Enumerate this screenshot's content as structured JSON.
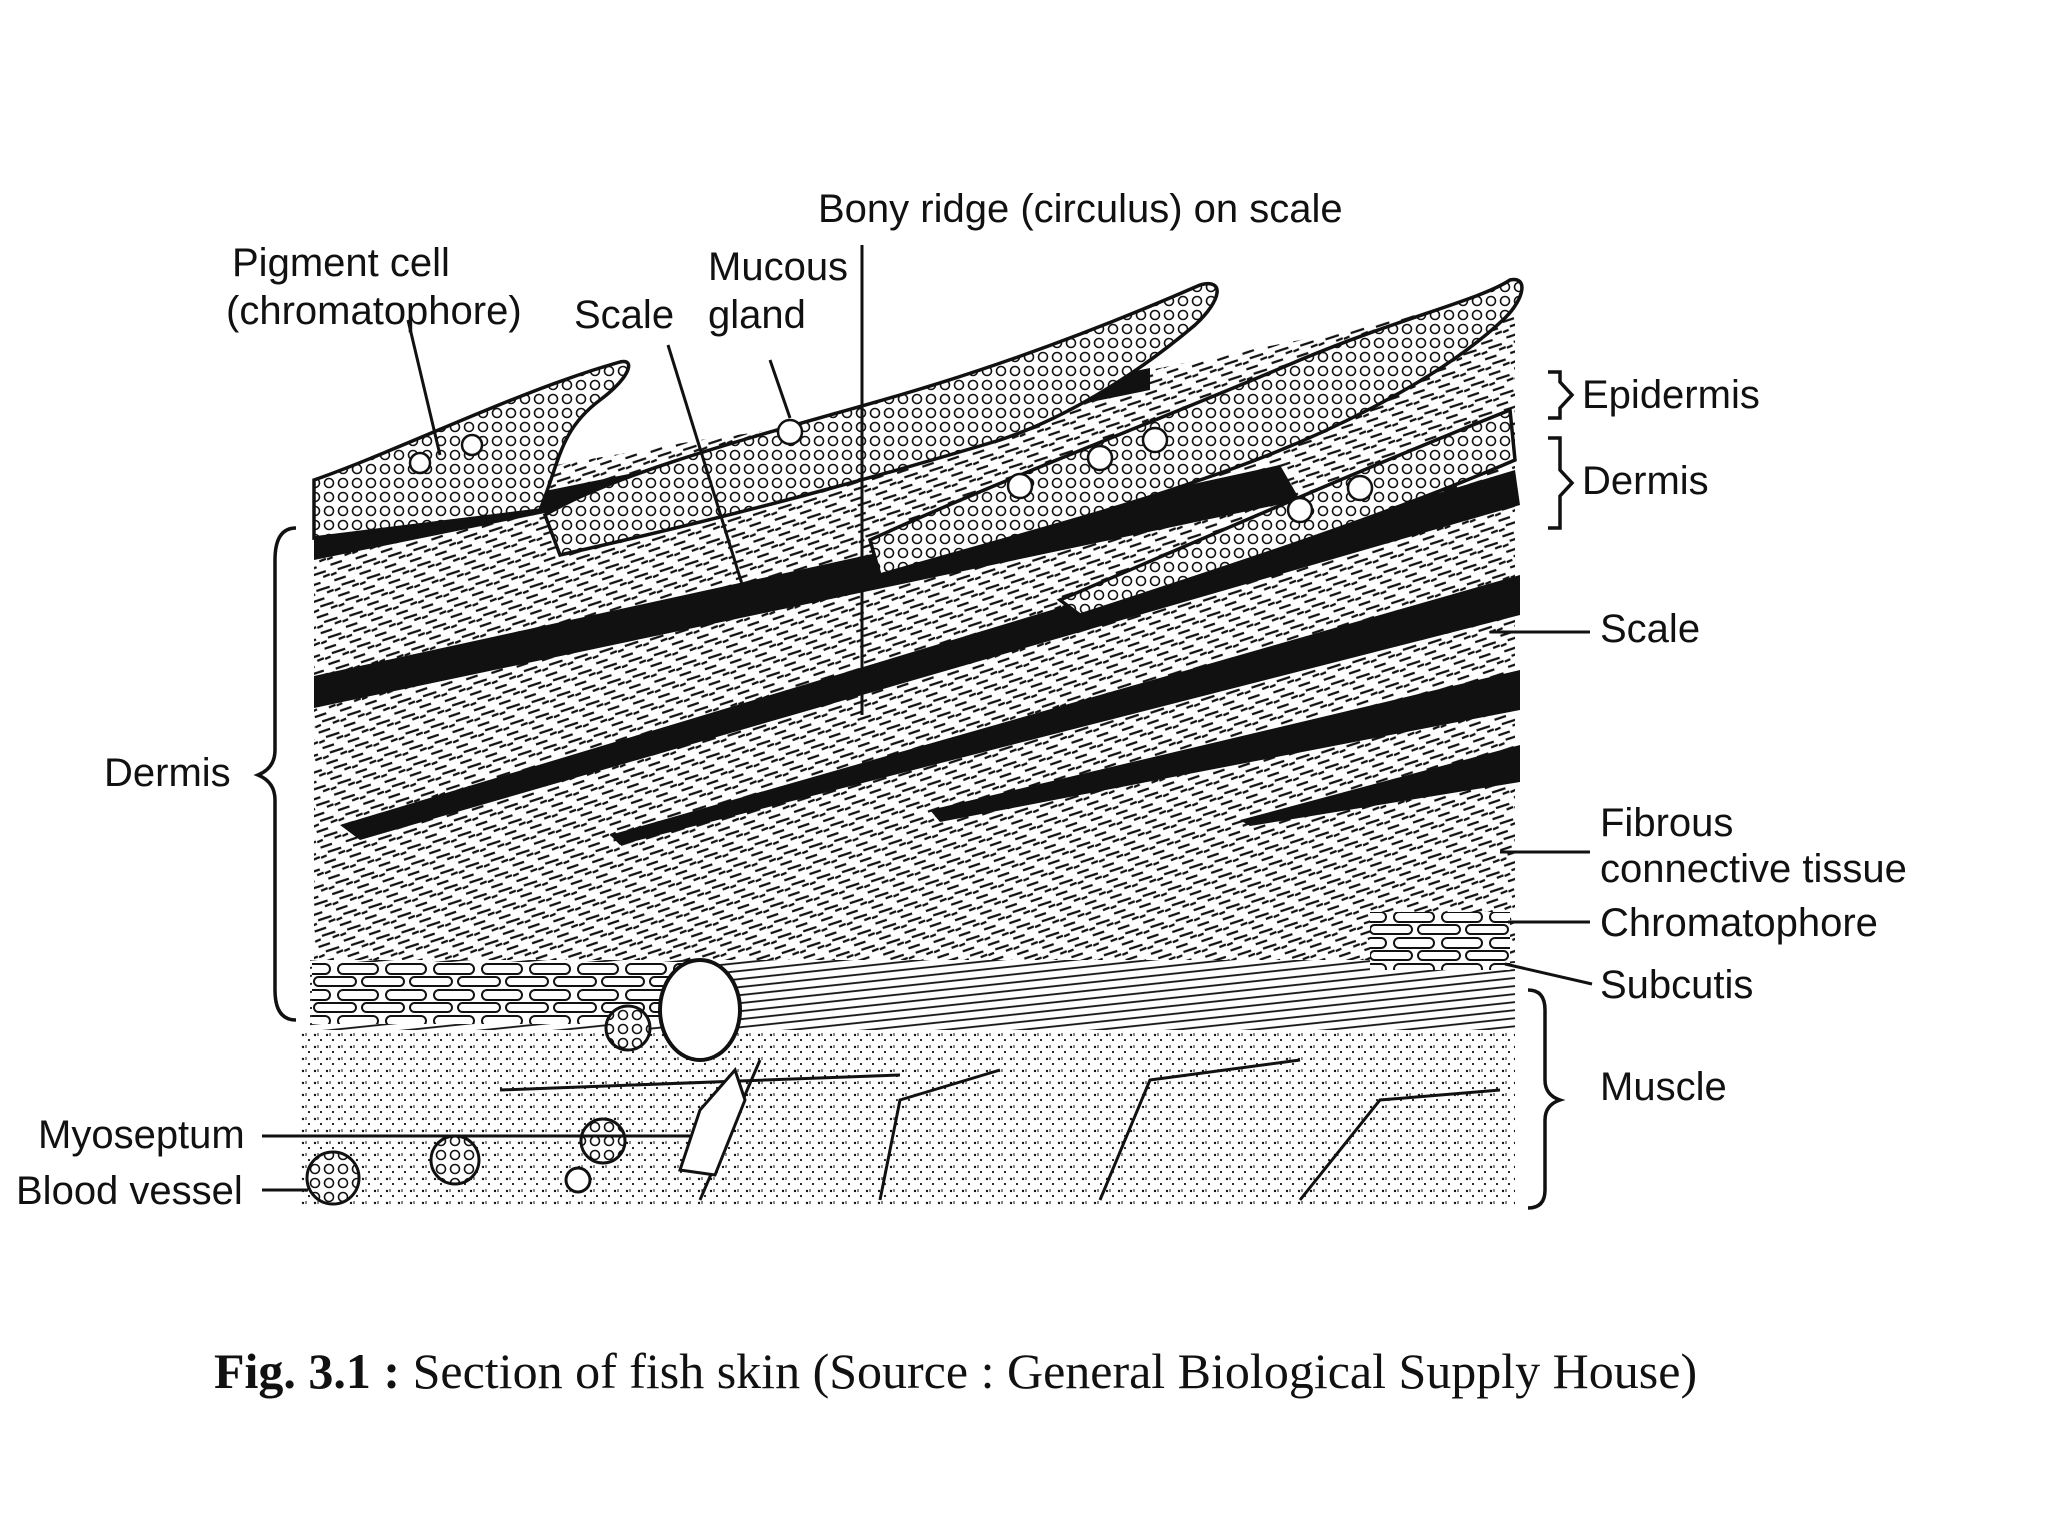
{
  "figure": {
    "labels": {
      "pigment_cell": "Pigment cell",
      "pigment_cell_sub": "(chromatophore)",
      "scale_top": "Scale",
      "mucous": "Mucous",
      "gland": "gland",
      "bony_ridge": "Bony ridge (circulus) on scale",
      "epidermis": "Epidermis",
      "dermis_right": "Dermis",
      "scale_right": "Scale",
      "fibrous": "Fibrous",
      "connective": "connective tissue",
      "chromatophore": "Chromatophore",
      "subcutis": "Subcutis",
      "muscle": "Muscle",
      "dermis_left": "Dermis",
      "myoseptum": "Myoseptum",
      "blood_vessel": "Blood vessel"
    },
    "caption": {
      "number": "Fig. 3.1 :",
      "text": " Section of fish skin (Source : General Biological Supply House)"
    }
  }
}
